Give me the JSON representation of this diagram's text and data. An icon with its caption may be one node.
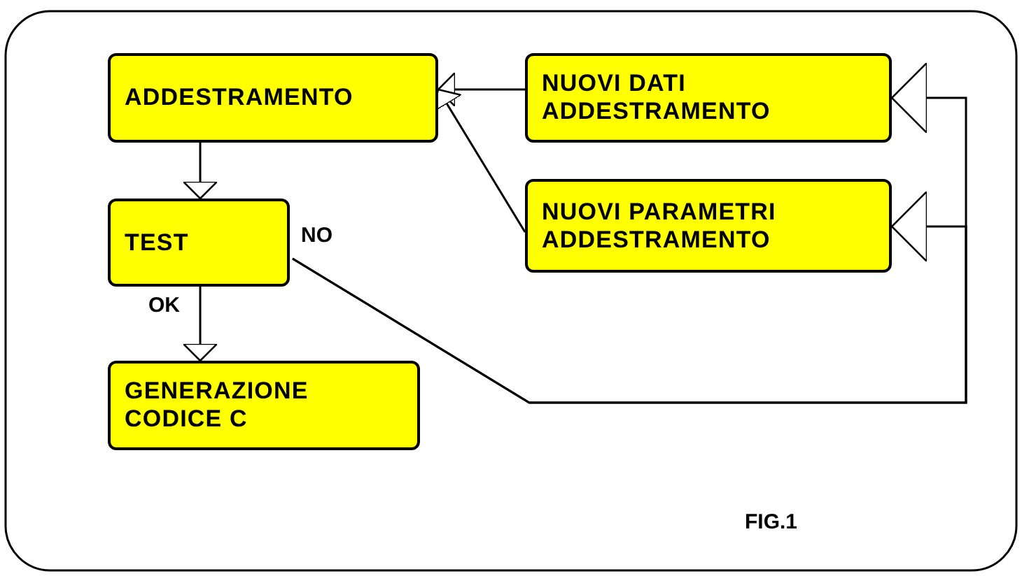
{
  "diagram": {
    "nodes": [
      {
        "text": [
          "ADDESTRAMENTO"
        ]
      },
      {
        "text": [
          "NUOVI DATI ADDESTRAMENTO"
        ]
      },
      {
        "text": [
          "NUOVI PARAMETRI ADDESTRAMENTO"
        ]
      },
      {
        "text": [
          "TEST"
        ]
      },
      {
        "text": [
          "GENERAZIONE CODICE C"
        ]
      }
    ],
    "edges": [
      {
        "from": 1,
        "to": 0,
        "arrow": "to"
      },
      {
        "from": 2,
        "to": 0,
        "arrow": "to"
      },
      {
        "from": 0,
        "to": 3,
        "arrow": "to"
      },
      {
        "from": 3,
        "to": 1,
        "arrow": "to",
        "label": "NO"
      },
      {
        "from": 3,
        "to": 2,
        "arrow": "to"
      },
      {
        "from": 3,
        "to": 4,
        "arrow": "to",
        "label": "OK"
      }
    ],
    "labels": [
      "FIG.1"
    ]
  }
}
